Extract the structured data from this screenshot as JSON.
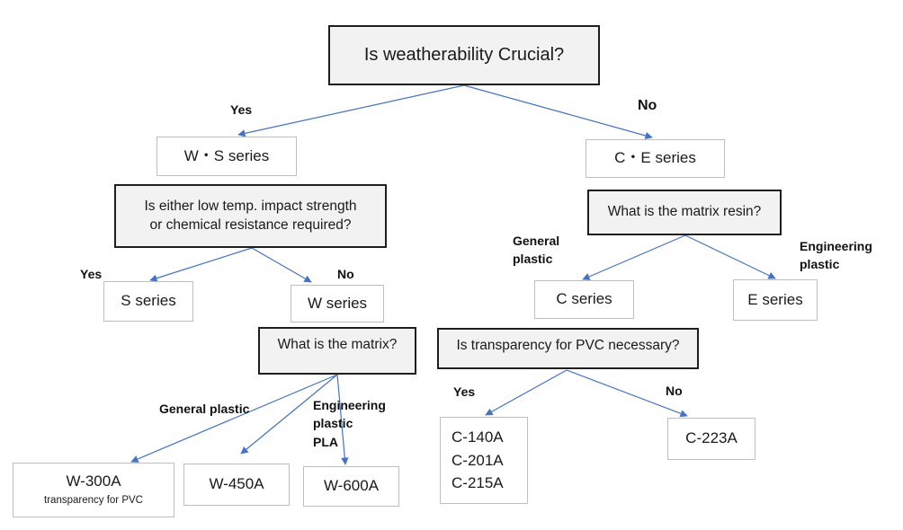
{
  "colors": {
    "arrow": "#4472c4",
    "question_fill": "#f2f2f2",
    "question_border": "#1e1e1e",
    "result_border": "#bfbfbf"
  },
  "q_weatherability": "Is weatherability Crucial?",
  "q_low_temp": [
    "Is either low temp. impact strength",
    "or chemical resistance required?"
  ],
  "q_matrix": "What is the matrix?",
  "q_matrix_resin": "What is the matrix resin?",
  "q_transparency": "Is transparency for PVC necessary?",
  "ws_series": "W・S series",
  "ce_series": "C・E series",
  "s_series": "S series",
  "w_series": "W series",
  "c_series": "C series",
  "e_series": "E series",
  "w300a": {
    "name": "W-300A",
    "note": "transparency for PVC"
  },
  "w450a": "W-450A",
  "w600a": "W-600A",
  "c_group": [
    "C-140A",
    "C-201A",
    "C-215A"
  ],
  "c223a": "C-223A",
  "labels": {
    "yes": "Yes",
    "no": "No",
    "general_plastic_short": "General plastic",
    "general_plastic_split": [
      "General",
      "plastic"
    ],
    "engineering_plastic_split": [
      "Engineering",
      "plastic"
    ],
    "engineering_plastic_pla": [
      "Engineering",
      "plastic",
      "PLA"
    ]
  }
}
